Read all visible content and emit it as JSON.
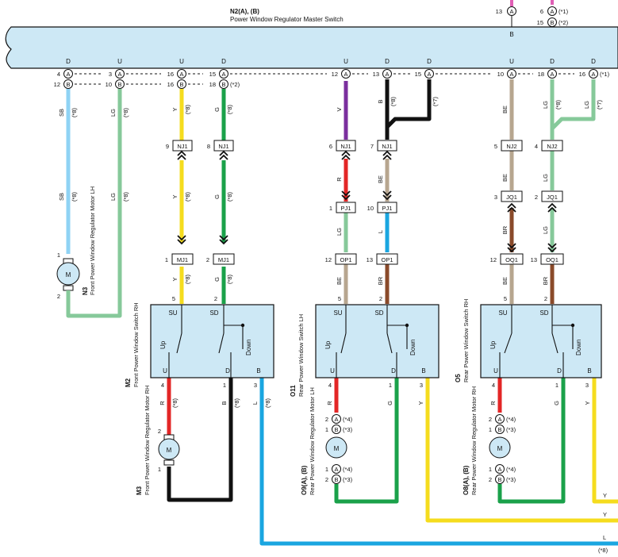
{
  "master": {
    "code": "N2(A), (B)",
    "name": "Power Window Regulator Master Switch",
    "terms": [
      "D",
      "U",
      "U",
      "D",
      "U",
      "D",
      "D",
      "U",
      "D",
      "D"
    ],
    "top_right": {
      "pin13": "13",
      "a": "A",
      "pin6": "6",
      "note1": "(*1)",
      "pin15": "15",
      "b": "B",
      "note2": "(*2)",
      "bLetter": "B"
    }
  },
  "connectors": {
    "a": "A",
    "b": "B",
    "c1": {
      "pinA": "4",
      "pinB": "12"
    },
    "c2": {
      "pinA": "3",
      "pinB": "10"
    },
    "c3": {
      "pinA": "16",
      "pinB": "16"
    },
    "c4": {
      "pinA": "15",
      "pinB": "18",
      "note": "(*2)"
    },
    "c5": {
      "pin": "12"
    },
    "c6": {
      "pin": "13"
    },
    "c7": {
      "pin": "15"
    },
    "c8": {
      "pin": "10"
    },
    "c9": {
      "pin": "18"
    },
    "c10": {
      "pin": "16",
      "note": "(*1)"
    }
  },
  "wires": {
    "SB": "SB",
    "LG": "LG",
    "Y": "Y",
    "G": "G",
    "V": "V",
    "B": "B",
    "BE": "BE",
    "R": "R",
    "L": "L",
    "BR": "BR",
    "n8": "(*8)",
    "n7": "(*7)",
    "n4": "(*4)",
    "n3": "(*3)"
  },
  "jcon": {
    "NJ1": "NJ1",
    "NJ2": "NJ2",
    "PJ1": "PJ1",
    "JQ1": "JQ1",
    "MJ1": "MJ1",
    "OP1": "OP1",
    "OQ1": "OQ1",
    "p9": "9",
    "p8": "8",
    "p6": "6",
    "p7": "7",
    "p5": "5",
    "p4": "4",
    "p1": "1",
    "p10": "10",
    "p3": "3",
    "p2": "2",
    "p12": "12",
    "p13": "13"
  },
  "n3": {
    "code": "N3",
    "name": "Front Power Window Regulator Motor LH",
    "p1": "1",
    "p2": "2",
    "m": "M"
  },
  "switches": [
    {
      "code": "M2",
      "name": "Front Power Window Switch RH",
      "su": "SU",
      "sd": "SD",
      "up": "Up",
      "down": "Down",
      "u": "U",
      "d": "D",
      "b": "B",
      "p5": "5",
      "p2": "2",
      "p4": "4",
      "p1": "1",
      "p3": "3"
    },
    {
      "code": "O11",
      "name": "Rear Power Window Switch LH",
      "su": "SU",
      "sd": "SD",
      "up": "Up",
      "down": "Down",
      "u": "U",
      "d": "D",
      "b": "B",
      "p5": "5",
      "p2": "2",
      "p4": "4",
      "p1": "1",
      "p3": "3"
    },
    {
      "code": "O5",
      "name": "Rear Power Window Switch RH",
      "su": "SU",
      "sd": "SD",
      "up": "Up",
      "down": "Down",
      "u": "U",
      "d": "D",
      "b": "B",
      "p5": "5",
      "p2": "2",
      "p4": "4",
      "p1": "1",
      "p3": "3"
    }
  ],
  "motors": [
    {
      "code": "M3",
      "name": "Front Power Window Regulator Motor RH",
      "p2": "2",
      "p1": "1",
      "m": "M"
    },
    {
      "code": "O9(A), (B)",
      "name": "Rear Power Window Regulator Motor LH",
      "p2": "2",
      "p1": "1",
      "m": "M"
    },
    {
      "code": "O8(A), (B)",
      "name": "Rear Power Window Regulator Motor RH",
      "p2": "2",
      "p1": "1",
      "m": "M"
    }
  ],
  "colors": {
    "box": "#cde8f5",
    "SB": "#8fd3f4",
    "LG": "#86c99a",
    "Y": "#f5dc1e",
    "G": "#1aa14a",
    "V": "#7b2f9e",
    "B": "#111111",
    "BE": "#b7a68f",
    "R": "#e32626",
    "L": "#1aa6e0",
    "BR": "#8a4a2a",
    "P": "#e05fb5"
  }
}
